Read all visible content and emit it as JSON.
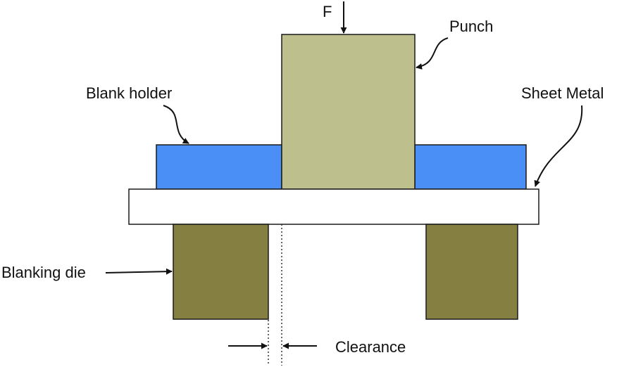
{
  "labels": {
    "force": "F",
    "punch": "Punch",
    "blank_holder": "Blank holder",
    "sheet_metal": "Sheet Metal",
    "blanking_die": "Blanking die",
    "clearance": "Clearance"
  },
  "colors": {
    "punch": "#bdbf8c",
    "blank_holder": "#4a8ff5",
    "sheet_metal": "#ffffff",
    "die": "#857f42",
    "ink": "#111111"
  }
}
